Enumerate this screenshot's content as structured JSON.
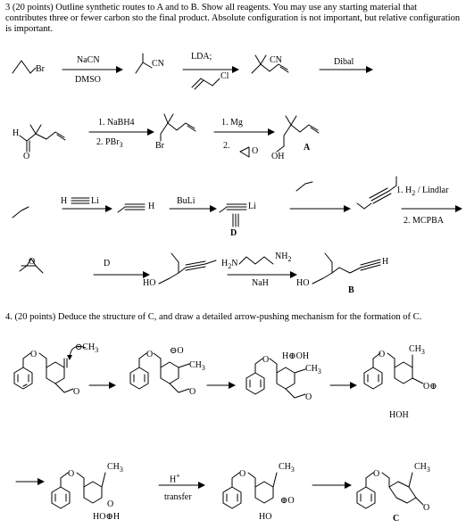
{
  "q3": {
    "number": "3",
    "points": "(20 points)",
    "prompt": "3 (20 points)  Outline synthetic routes to A and to B. Show all reagents.  You may use any starting material that contributes three or fewer carbon sto the final product.  Absolute configuration is not important, but relative configuration is important."
  },
  "q4": {
    "prompt": "4. (20 points) Deduce the structure of C, and draw a detailed arrow-pushing mechanism for the formation of C."
  },
  "row1": {
    "br": "Br",
    "r1_top": "NaCN",
    "r1_bottom": "DMSO",
    "cn1": "CN",
    "r2_top": "LDA;",
    "cl": "Cl",
    "cn2": "CN",
    "r3_top": "Dibal"
  },
  "row2": {
    "h": "H",
    "o": "O",
    "r4_1": "1. NaBH4",
    "r4_2": "2.  PBr",
    "r4_2sub": "3",
    "br": "Br",
    "r5_1": "1. Mg",
    "r5_2": "2.",
    "o_epox": "O",
    "oh": "OH",
    "label_a": "A"
  },
  "row3": {
    "h_alkyne": "H",
    "li": "Li",
    "h2": "H",
    "buli": "BuLi",
    "li2": "Li",
    "label_d": "D",
    "r_1": "1. H",
    "r_1sub": "2",
    "r_1b": " / Lindlar",
    "r_2": "2. MCPBA"
  },
  "row4": {
    "o": "O",
    "reagent_d": "D",
    "h2n": "H",
    "h2n_sub": "2",
    "h2n_n": "N",
    "nh2": "NH",
    "nh2_sub": "2",
    "nah": "NaH",
    "ho1": "HO",
    "ho2": "HO",
    "h_term": "H",
    "label_b": "B"
  },
  "mech1": {
    "o": "O",
    "ch3": "CH",
    "ch3_sub": "3",
    "minus": "⊖",
    "o_et": "O"
  },
  "mech2": {
    "o": "O",
    "minus": "⊖",
    "ch3": "CH",
    "ch3_sub": "3",
    "o_et": "O",
    "h": "H",
    "o_plus": "O",
    "h2": "H",
    "ch3_b": "CH",
    "ch3b_sub": "3",
    "plus": "⊕"
  },
  "mech3": {
    "h_txt": "H",
    "reagent_top": "H",
    "reagent_sup": "+",
    "reagent_bottom": "transfer",
    "label_c": "C"
  }
}
